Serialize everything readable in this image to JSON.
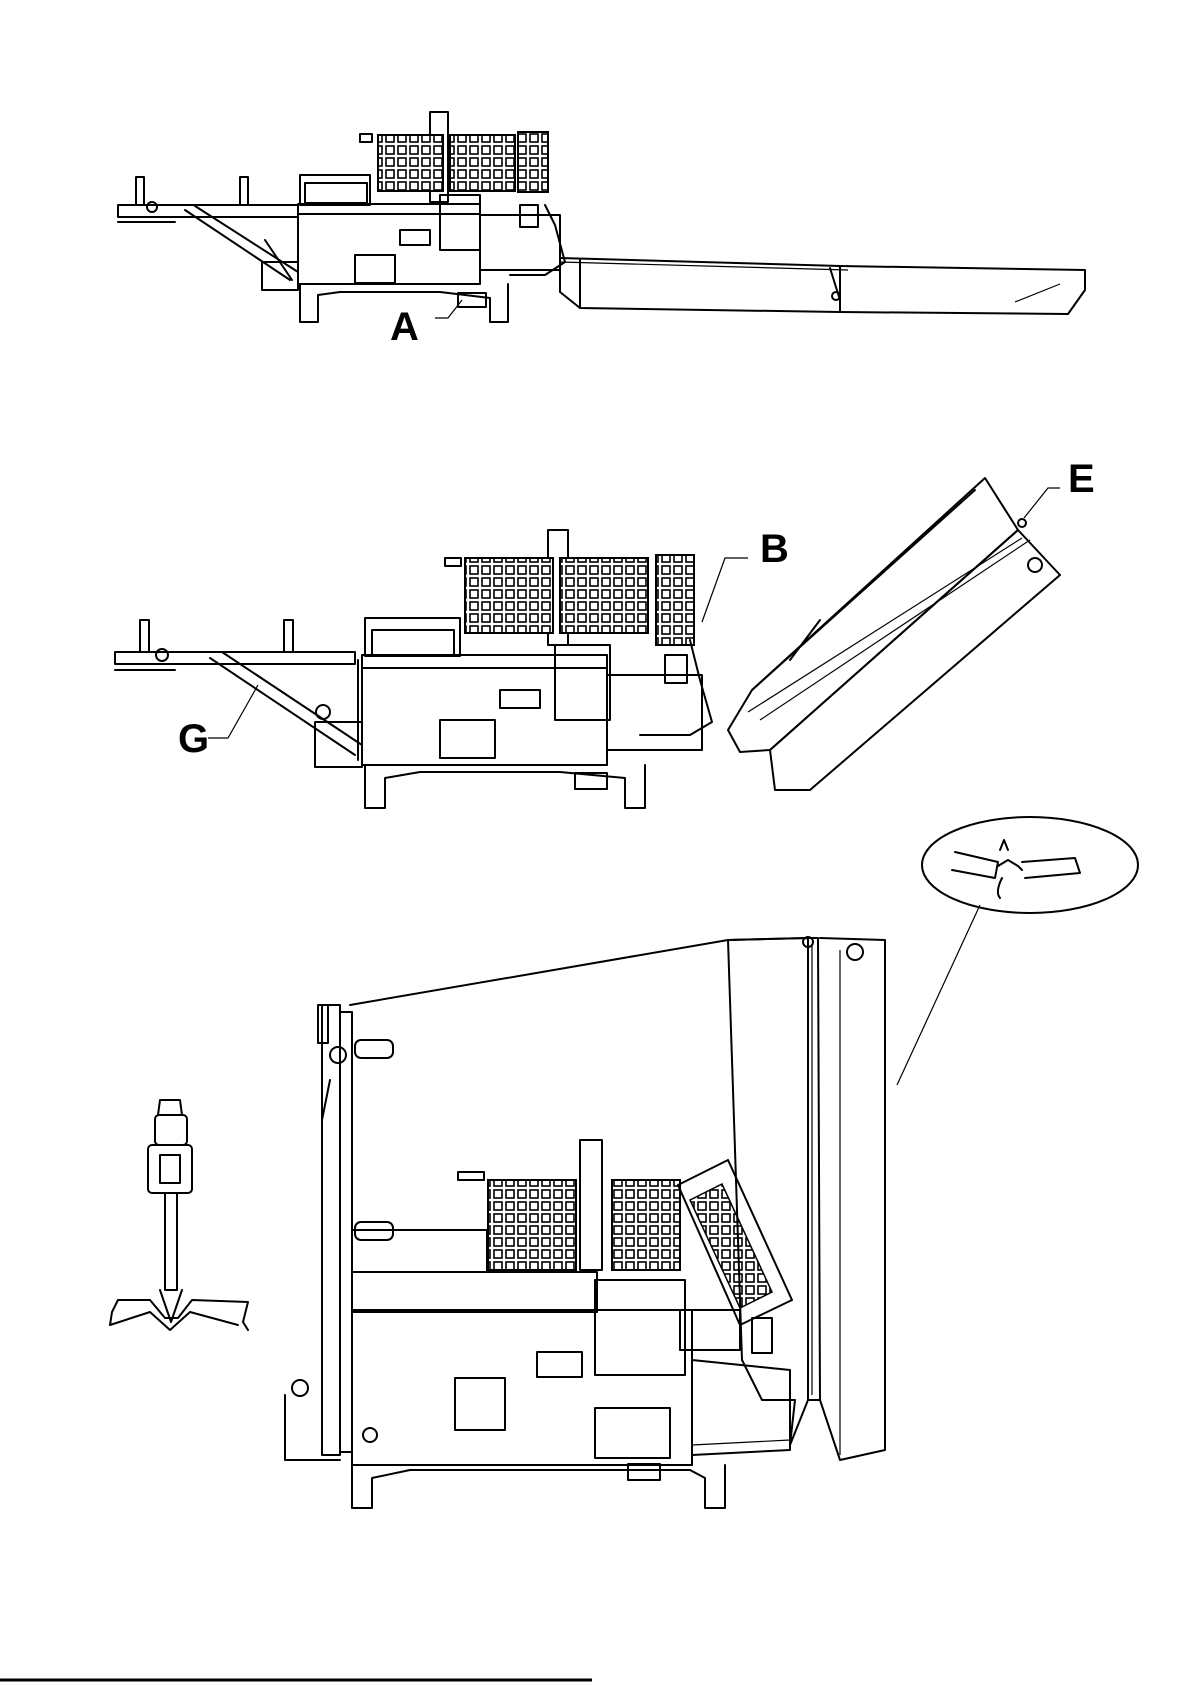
{
  "figure": {
    "callouts": {
      "a": "A",
      "b": "B",
      "e": "E",
      "g": "G"
    },
    "line_color": "#000000",
    "background_color": "#ffffff"
  }
}
